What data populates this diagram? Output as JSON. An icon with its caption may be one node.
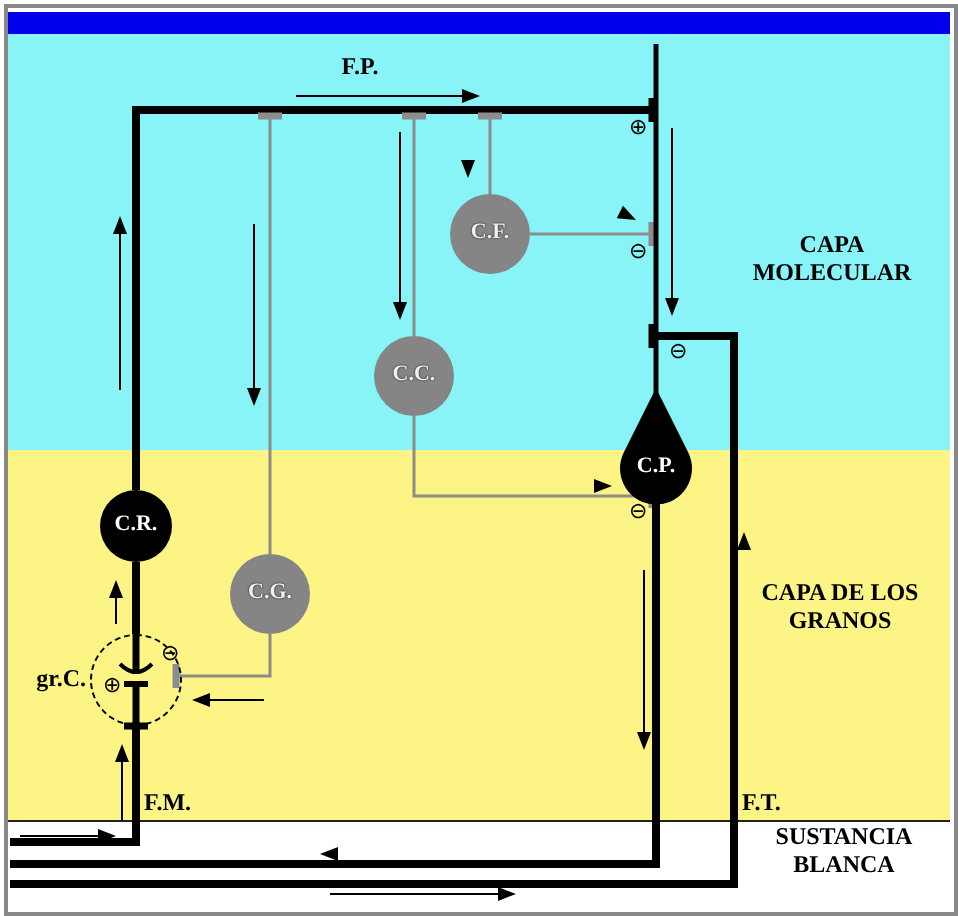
{
  "diagram": {
    "nodes": [
      {
        "text": [
          "C.F."
        ]
      },
      {
        "text": [
          "C.C."
        ]
      },
      {
        "text": [
          "C.P."
        ]
      },
      {
        "text": [
          "C.R."
        ]
      },
      {
        "text": [
          "C.G."
        ]
      },
      {
        "text": [
          "gr.C."
        ]
      }
    ],
    "edges": [
      {
        "from": 3,
        "to": 2,
        "arrow": "other",
        "style": "thick",
        "color": "#000000"
      },
      {
        "from": null,
        "to": 4,
        "arrow": "other"
      },
      {
        "from": null,
        "to": 1,
        "arrow": "other"
      },
      {
        "from": null,
        "to": 0,
        "arrow": "other"
      },
      {
        "from": 0,
        "to": 2,
        "arrow": "other"
      },
      {
        "from": 1,
        "to": 2,
        "arrow": "other"
      },
      {
        "from": 4,
        "to": 5,
        "arrow": "other"
      },
      {
        "from": null,
        "to": 5,
        "arrow": "other",
        "style": "thick",
        "color": "#000000"
      },
      {
        "from": 5,
        "to": 3,
        "arrow": "none",
        "style": "thick",
        "color": "#000000"
      },
      {
        "from": 2,
        "to": null,
        "arrow": "none",
        "style": "thick",
        "color": "#000000"
      },
      {
        "from": null,
        "to": 2,
        "arrow": "other",
        "style": "thick",
        "color": "#000000"
      }
    ],
    "labels": [
      "F.P.",
      "⊕",
      "⊖",
      "CAPA MOLECULAR",
      "⊖",
      "⊖",
      "⊖",
      "⊕",
      "CAPA DE LOS GRANOS",
      "F.M.",
      "F.T.",
      "SUSTANCIA BLANCA"
    ]
  }
}
